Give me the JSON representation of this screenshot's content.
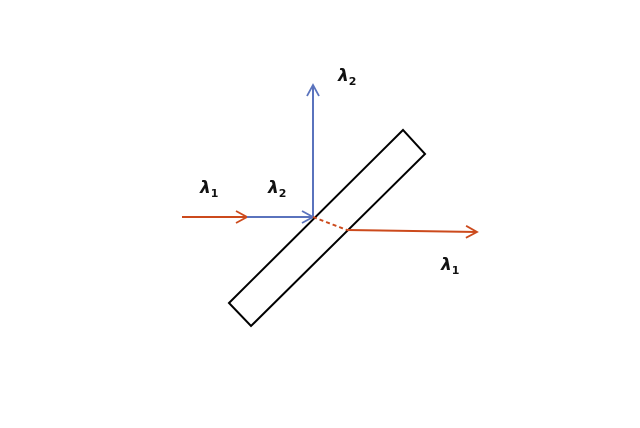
{
  "labels": {
    "incident_lambda1": {
      "symbol": "λ",
      "subscript": "1"
    },
    "incident_lambda2": {
      "symbol": "λ",
      "subscript": "2"
    },
    "reflected_lambda2": {
      "symbol": "λ",
      "subscript": "2"
    },
    "transmitted_lambda1": {
      "symbol": "λ",
      "subscript": "1"
    }
  },
  "colors": {
    "lambda1_beam": "#cc4a1c",
    "lambda2_beam": "#5a73bd",
    "plate_outline": "#000000"
  },
  "elements": {
    "plate": "beam-splitter-plate"
  }
}
